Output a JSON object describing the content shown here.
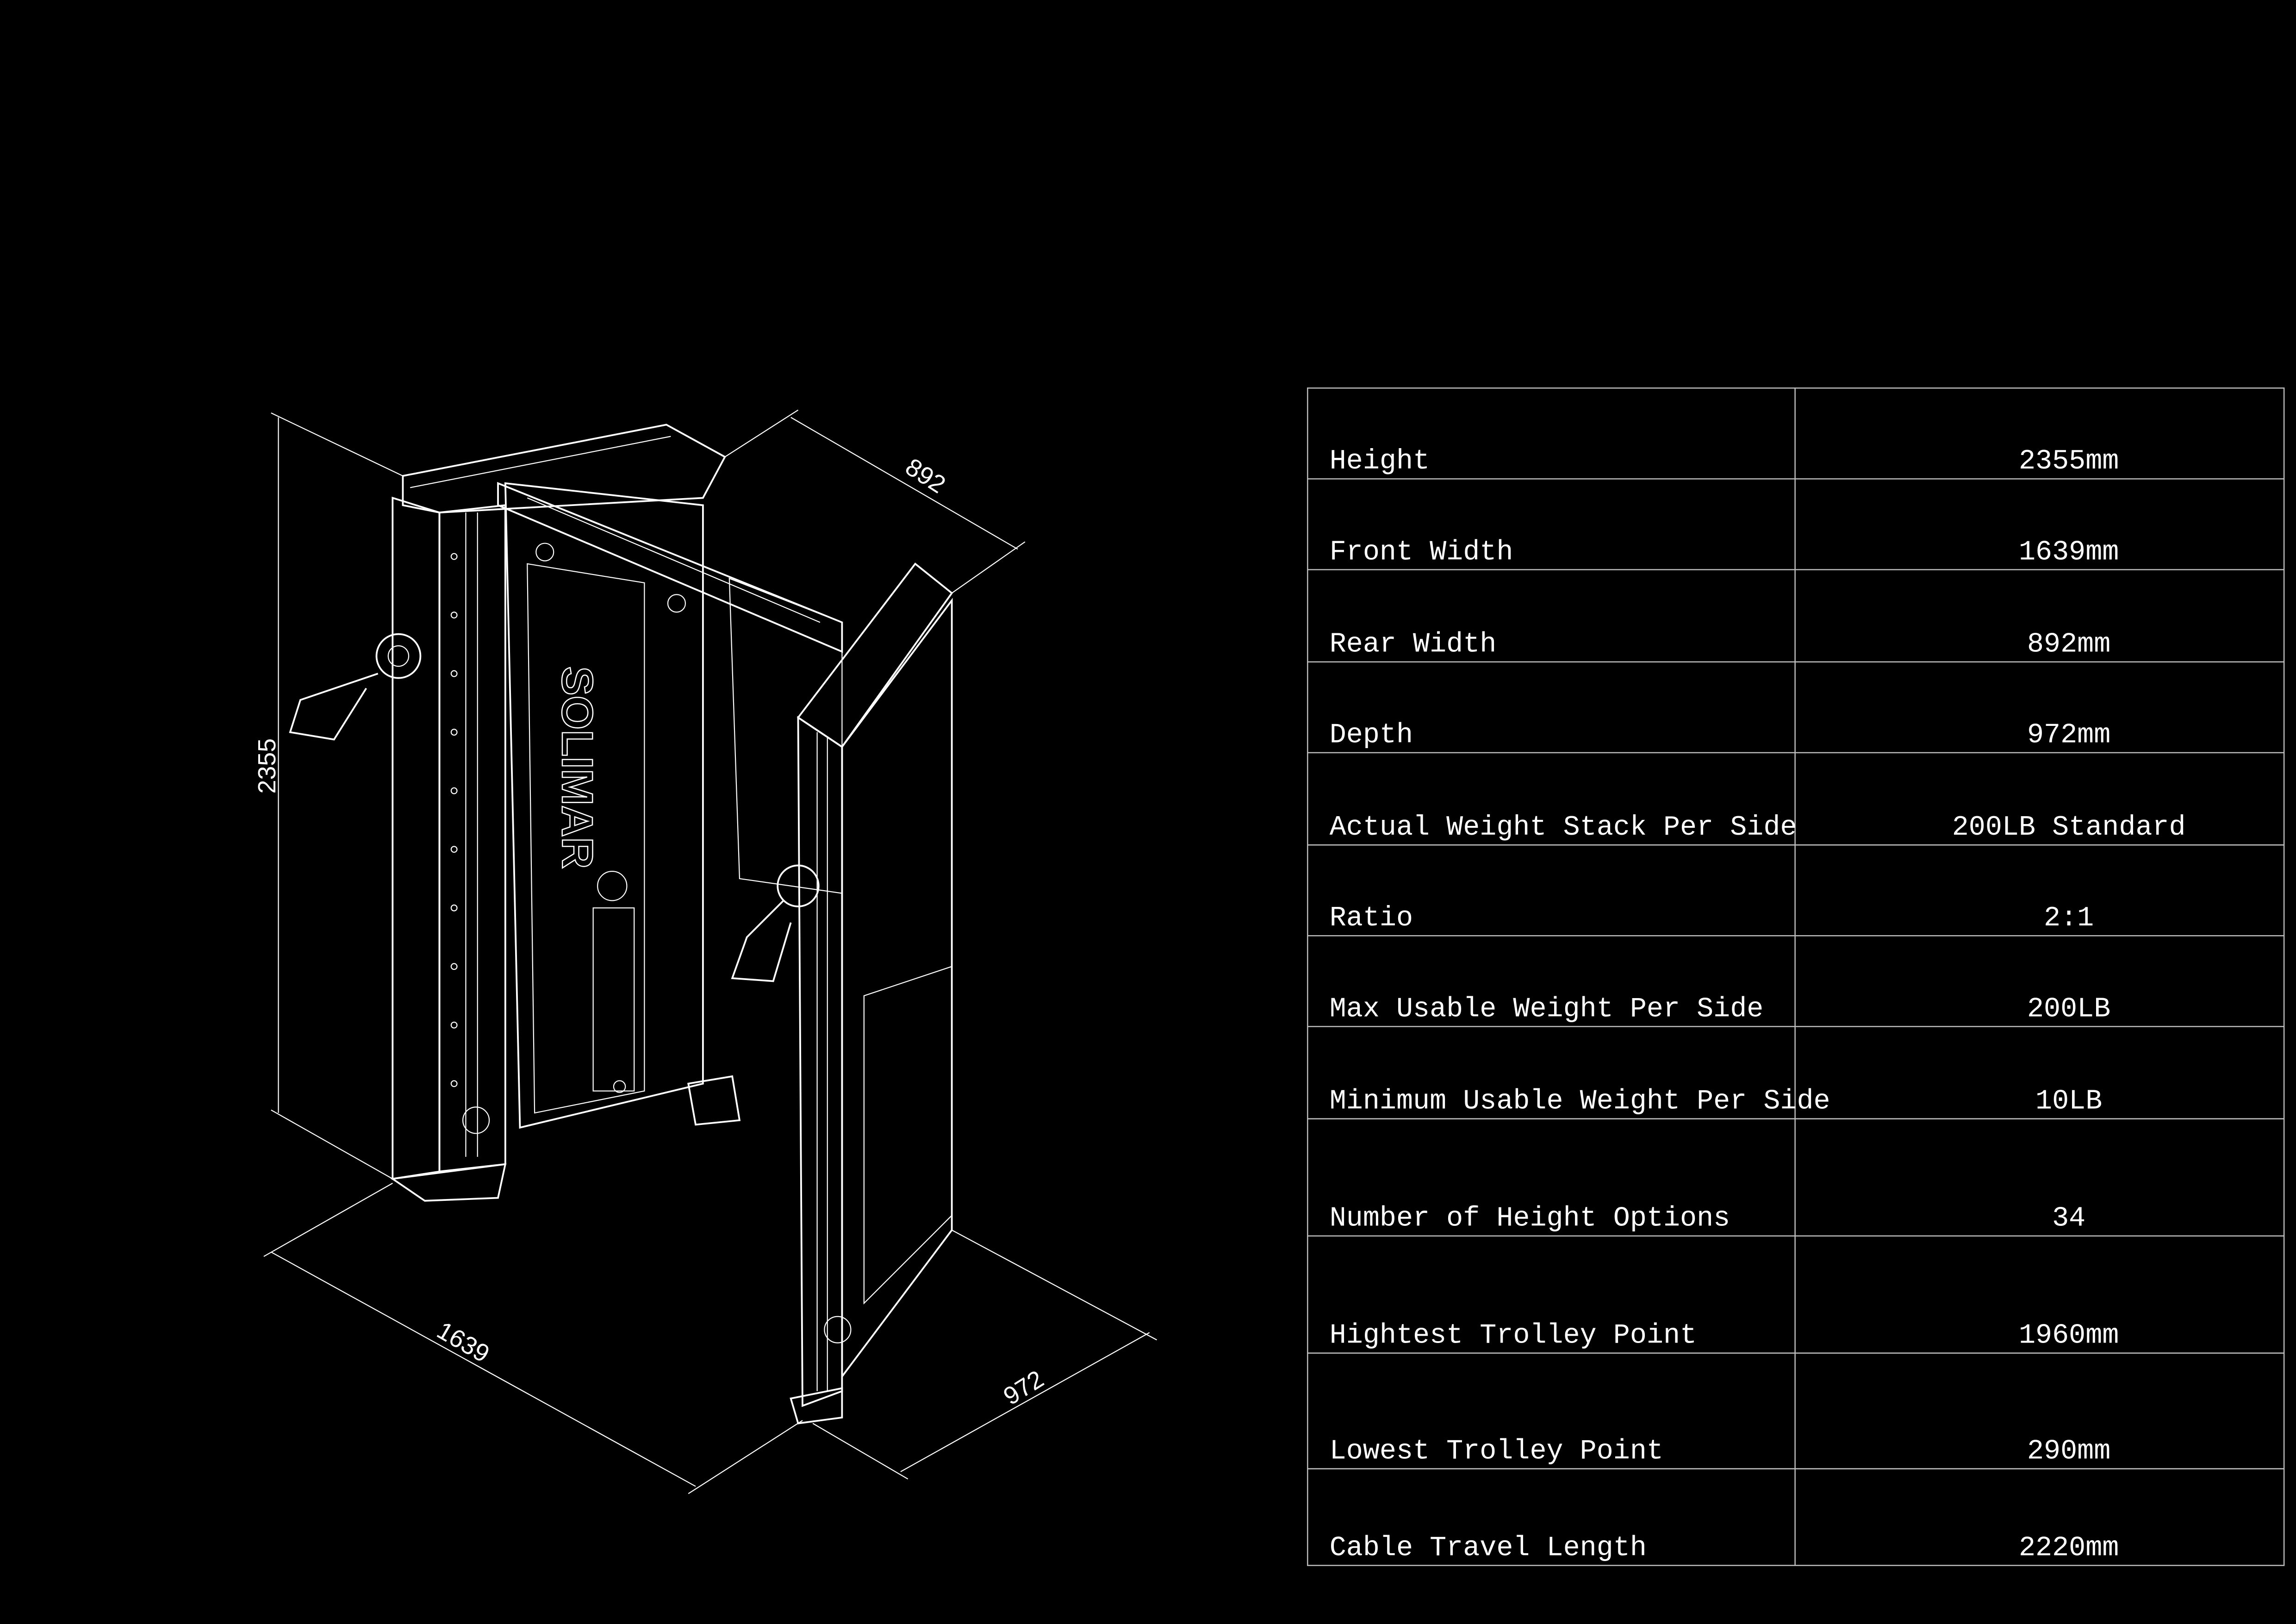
{
  "dimensions": {
    "height": "2355",
    "rear_width": "892",
    "front_width": "1639",
    "depth": "972"
  },
  "logo_text": "SOLIMAR",
  "colors": {
    "background": "#000000",
    "lines": "#ffffff",
    "table_grid": "#bdbdbd"
  },
  "spec_table": {
    "rows": [
      {
        "label": "Height",
        "value": "2355mm"
      },
      {
        "label": "Front Width",
        "value": "1639mm"
      },
      {
        "label": "Rear Width",
        "value": "892mm"
      },
      {
        "label": "Depth",
        "value": "972mm"
      },
      {
        "label": "Actual Weight Stack Per Side",
        "value": "200LB Standard"
      },
      {
        "label": "Ratio",
        "value": "2:1"
      },
      {
        "label": "Max Usable Weight Per Side",
        "value": "200LB"
      },
      {
        "label": "Minimum Usable Weight Per Side",
        "value": "10LB"
      },
      {
        "label": "Number of Height Options",
        "value": "34"
      },
      {
        "label": "Hightest Trolley Point",
        "value": "1960mm"
      },
      {
        "label": "Lowest Trolley Point",
        "value": "290mm"
      },
      {
        "label": "Cable Travel Length",
        "value": "2220mm"
      }
    ]
  }
}
